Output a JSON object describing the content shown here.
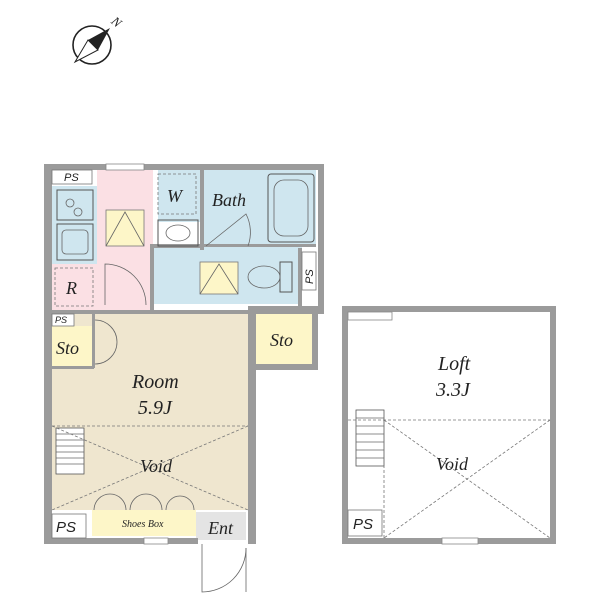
{
  "compass": {
    "direction": "N",
    "icon": "north-arrow-icon"
  },
  "main_unit": {
    "rooms": {
      "room": {
        "name": "Room",
        "size": "5.9J"
      },
      "bath": {
        "name": "Bath"
      },
      "washer": {
        "name": "W"
      },
      "refrigerator": {
        "name": "R"
      },
      "storage_left": {
        "name": "Sto"
      },
      "storage_right": {
        "name": "Sto"
      },
      "void": {
        "name": "Void"
      },
      "shoes_box": {
        "name": "Shoes Box"
      },
      "entrance": {
        "name": "Ent"
      }
    },
    "pipe_spaces": [
      "PS",
      "PS",
      "PS",
      "PS"
    ]
  },
  "loft_unit": {
    "name": "Loft",
    "size": "3.3J",
    "void": "Void",
    "pipe_space": "PS"
  },
  "colors": {
    "room_floor": "#efe6cf",
    "bath_area": "#cfe6ef",
    "corridor": "#fbe0e4",
    "storage": "#fdf6c8",
    "entrance_tile": "#e4e4e4",
    "wall": "#9b9b9b"
  }
}
